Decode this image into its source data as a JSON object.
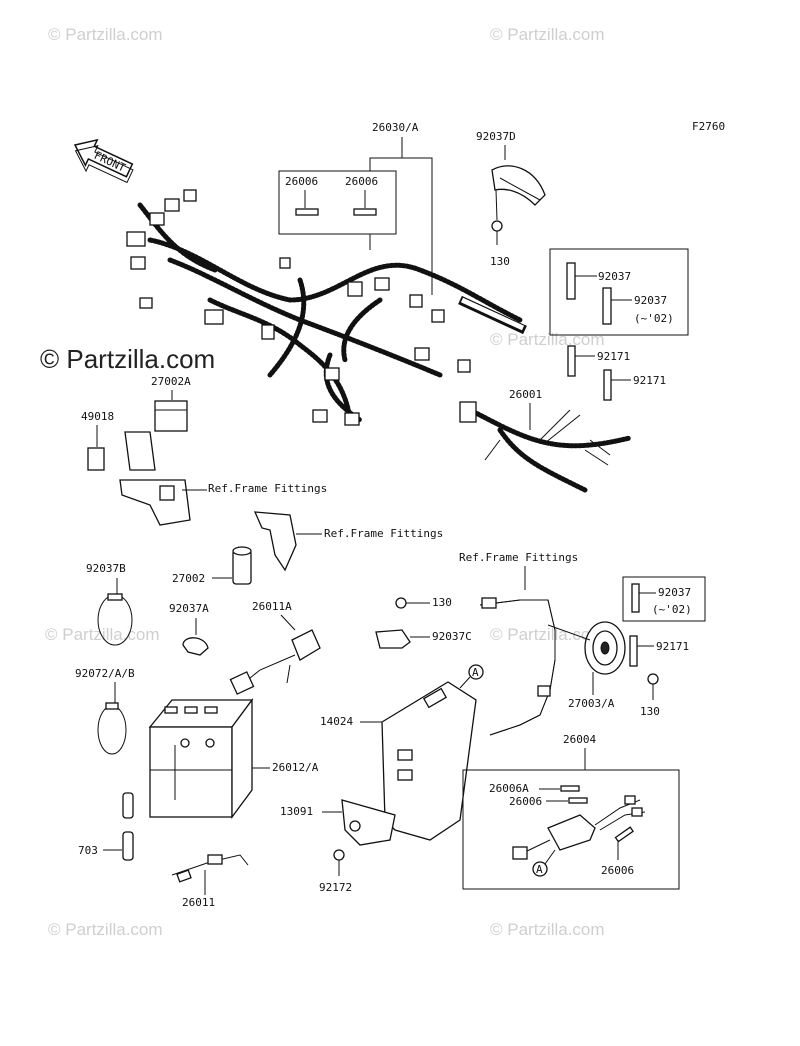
{
  "watermarks": {
    "small": "© Partzilla.com",
    "large": "© Partzilla.com"
  },
  "figure_code": "F2760",
  "front_label": "FRONT",
  "labels": {
    "l26030A": "26030/A",
    "l92037D": "92037D",
    "l26006a": "26006",
    "l26006b": "26006",
    "l130a": "130",
    "l92037a": "92037",
    "l92037b": "92037",
    "l02a": "(~'02)",
    "l92171a": "92171",
    "l92171b": "92171",
    "l27002A": "27002A",
    "l49018": "49018",
    "l26001": "26001",
    "refA": "Ref.Frame Fittings",
    "refB": "Ref.Frame Fittings",
    "refC": "Ref.Frame Fittings",
    "l27002": "27002",
    "l92037B": "92037B",
    "l92037A": "92037A",
    "l26011A": "26011A",
    "l130b": "130",
    "l92037C": "92037C",
    "l92037c": "92037",
    "l02b": "(~'02)",
    "l92171c": "92171",
    "l92072": "92072/A/B",
    "l14024": "14024",
    "l27003": "27003/A",
    "l130c": "130",
    "l26012": "26012/A",
    "l26004": "26004",
    "l26006A": "26006A",
    "l26006c": "26006",
    "l13091": "13091",
    "l703": "703",
    "l26006d": "26006",
    "l92172": "92172",
    "l26011": "26011",
    "markA1": "A",
    "markA2": "A"
  }
}
